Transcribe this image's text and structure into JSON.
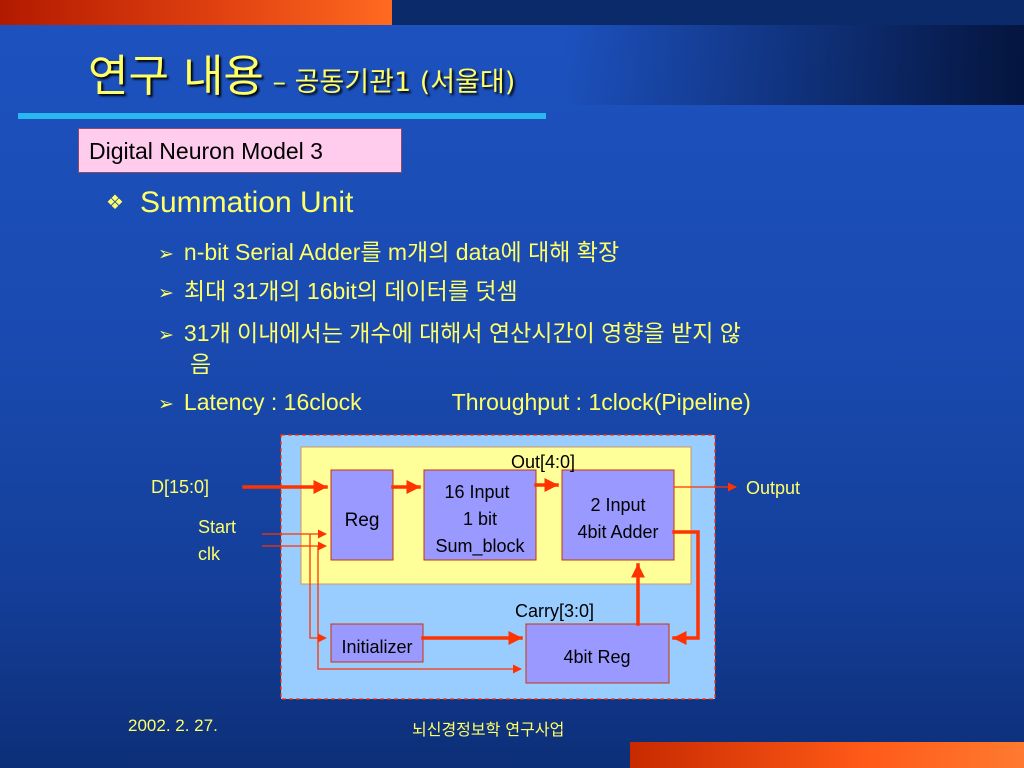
{
  "slide": {
    "title_main": "연구 내용",
    "title_sep": " – ",
    "title_sub": "공동기관1 (서울대)",
    "model_label": "Digital Neuron Model 3",
    "bullet_main": "Summation Unit",
    "bullet_symbol": "❖",
    "sub_arrow": "➢",
    "sub_items": [
      "n-bit Serial Adder를 m개의 data에 대해 확장",
      "최대 31개의 16bit의 데이터를 덧셈",
      "31개 이내에서는 개수에 대해서 연산시간이 영향을 받지 않",
      "음"
    ],
    "latency": "Latency : 16clock",
    "throughput": "Throughput : 1clock(Pipeline)"
  },
  "diagram": {
    "input_d": "D[15:0]",
    "input_start": "Start",
    "input_clk": "clk",
    "out_bus": "Out[4:0]",
    "output": "Output",
    "carry": "Carry[3:0]",
    "reg": "Reg",
    "sum_block_l1": "16 Input",
    "sum_block_l2": "1 bit",
    "sum_block_l3": "Sum_block",
    "adder_l1": "2 Input",
    "adder_l2": "4bit Adder",
    "initializer": "Initializer",
    "reg4": "4bit Reg"
  },
  "footer": {
    "date": "2002. 2. 27.",
    "project": "뇌신경정보학 연구사업"
  },
  "colors": {
    "title_text": "#ffff66",
    "accent_rule": "#29b7f2",
    "outer_box": "#99ccff",
    "inner_box": "#ffff99",
    "block_fill": "#9999ff",
    "signal_red": "#ff3300",
    "label_box": "#ffccee"
  }
}
